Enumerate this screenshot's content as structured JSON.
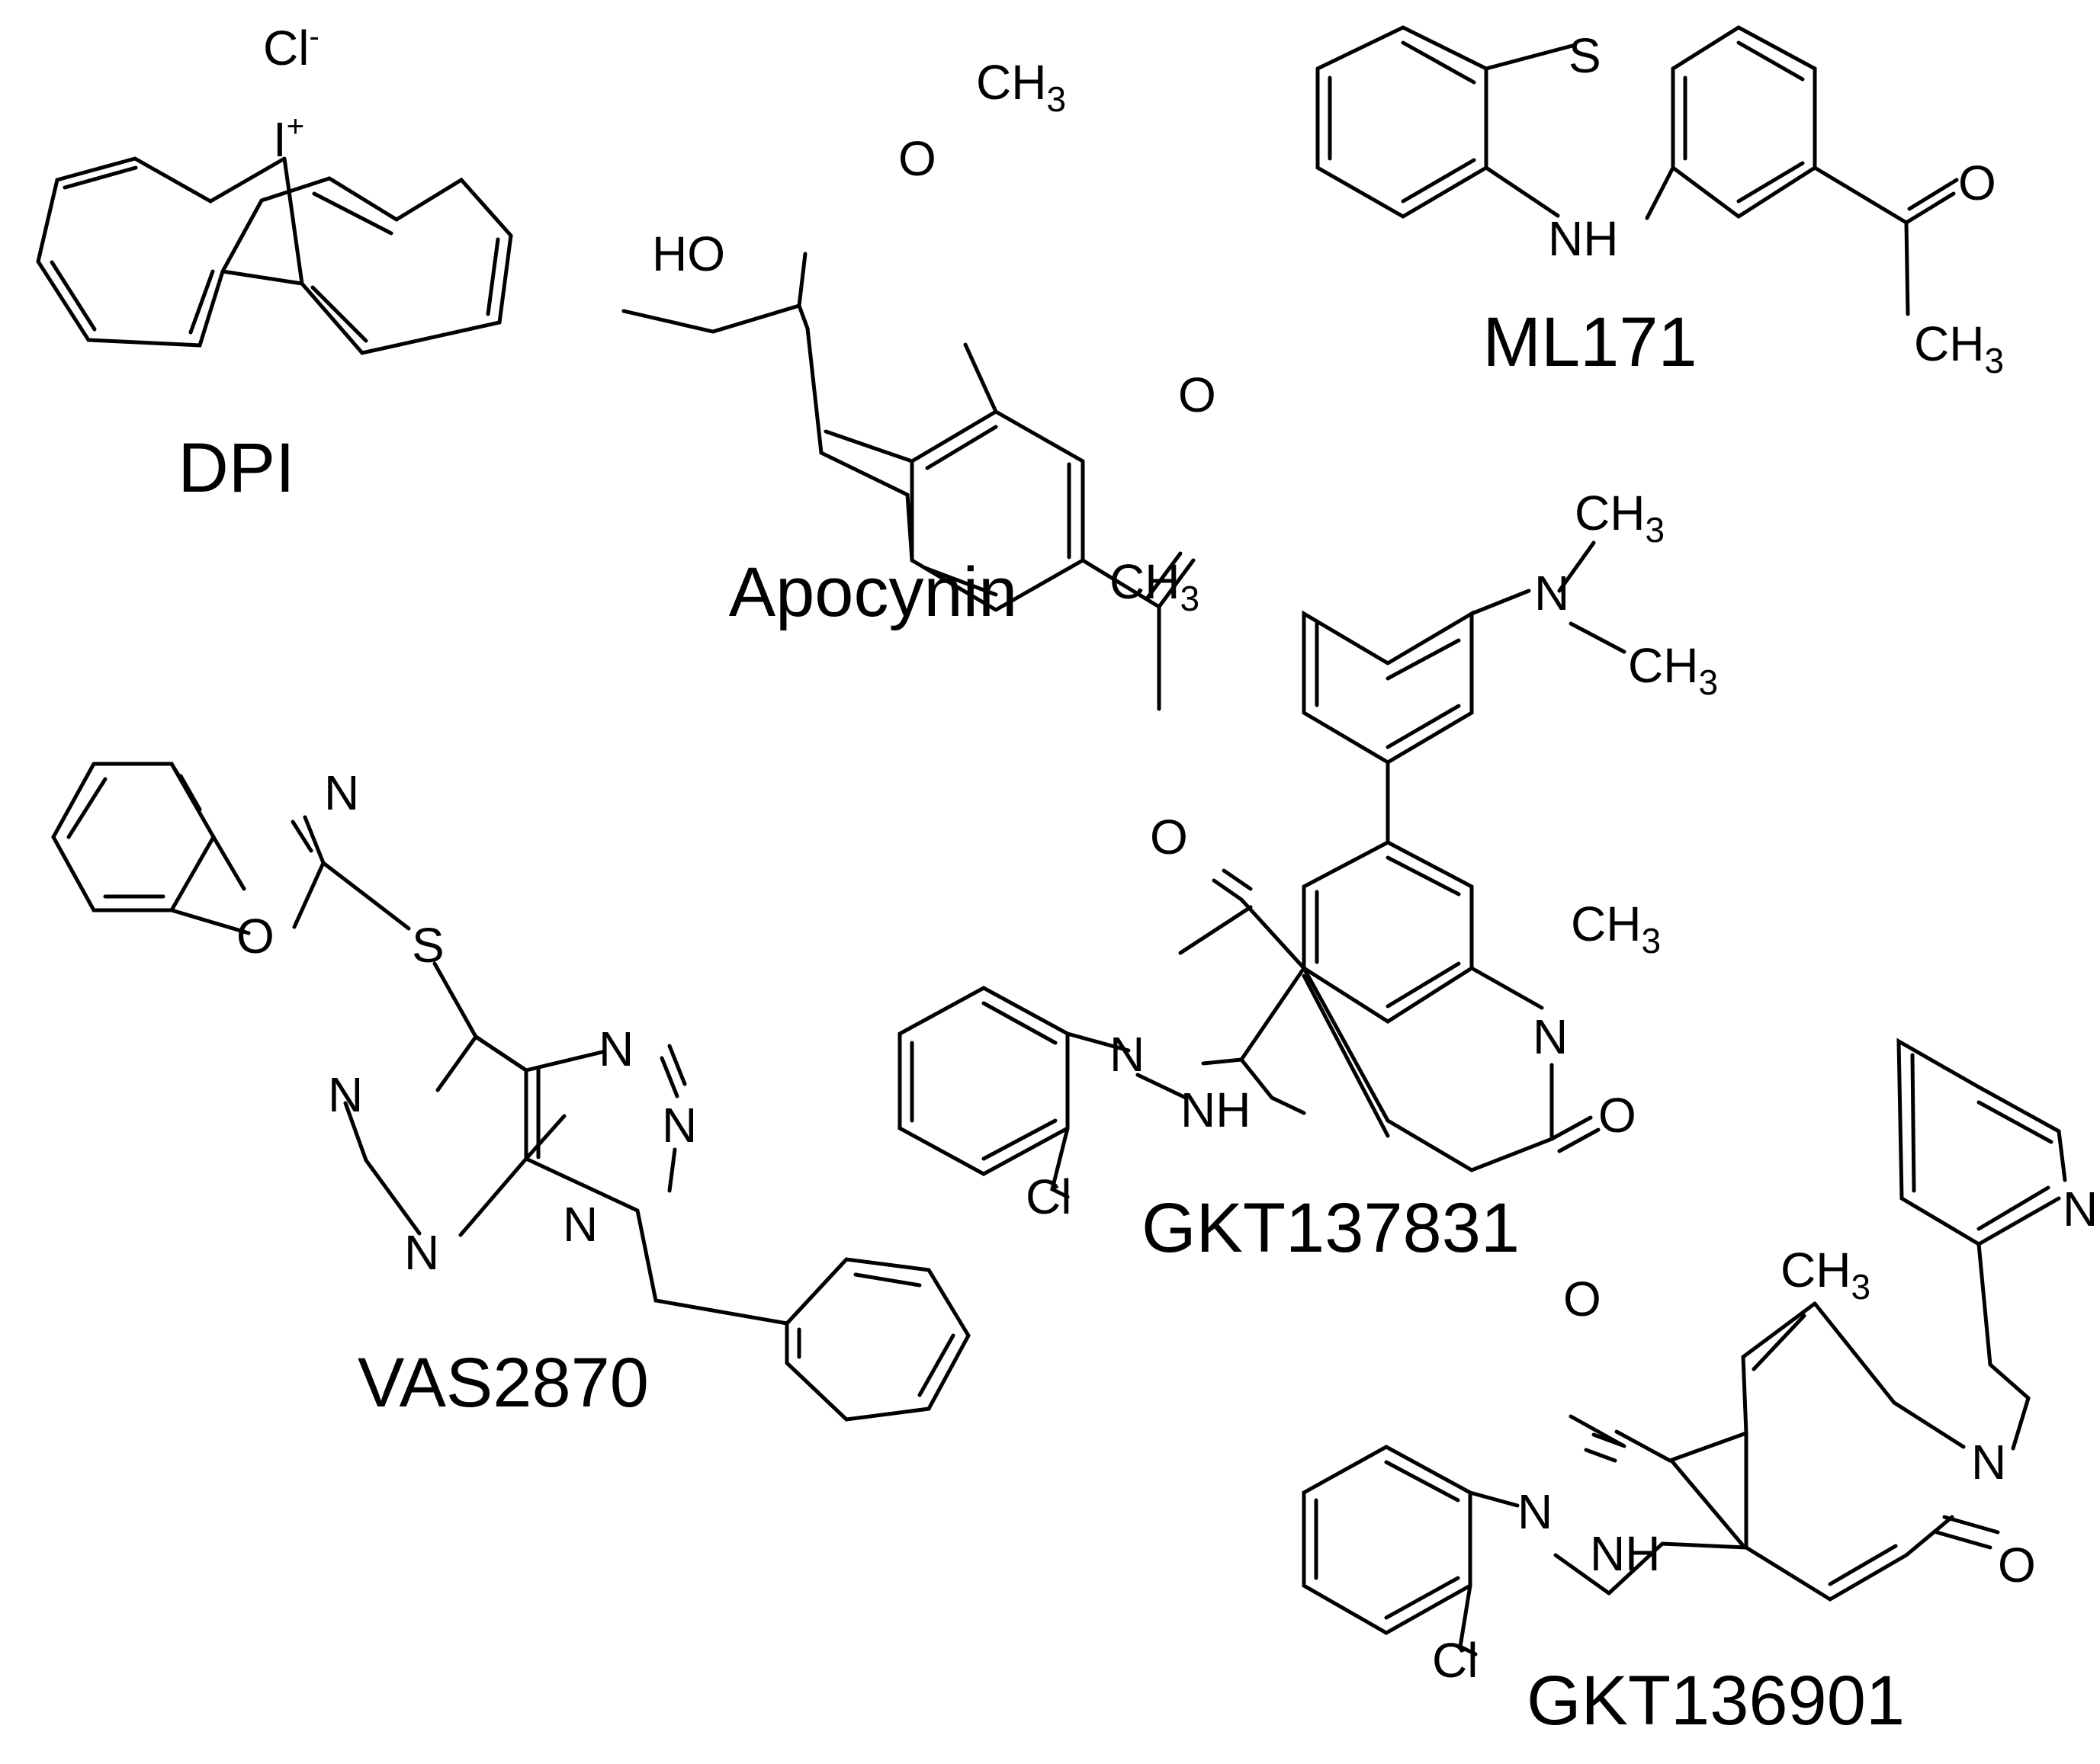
{
  "compounds": {
    "dpi": {
      "name": "DPI",
      "atoms": {
        "chloride": "Cl",
        "chloride_charge": "-",
        "iodine": "I",
        "iodine_charge": "+"
      }
    },
    "apocynin": {
      "name": "Apocynin",
      "atoms": {
        "methoxy_o": "O",
        "methyl_top": "CH",
        "methyl_top_sub": "3",
        "hydroxy": "HO",
        "carbonyl_o": "O",
        "methyl_bottom": "CH",
        "methyl_bottom_sub": "3"
      }
    },
    "ml171": {
      "name": "ML171",
      "atoms": {
        "sulfur": "S",
        "amine": "NH",
        "carbonyl_o": "O",
        "methyl": "CH",
        "methyl_sub": "3"
      }
    },
    "vas2870": {
      "name": "VAS2870",
      "atoms": {
        "benzoxazole_n": "N",
        "benzoxazole_o": "O",
        "thioether_s": "S",
        "pyrimidine_n1": "N",
        "pyrimidine_n2": "N",
        "triazole_n1": "N",
        "triazole_n2": "N",
        "triazole_n3": "N"
      }
    },
    "gkt137831": {
      "name": "GKT137831",
      "atoms": {
        "n_methyl_1": "CH",
        "n_methyl_1_sub": "3",
        "dimethylamine_n": "N",
        "n_methyl_2": "CH",
        "n_methyl_2_sub": "3",
        "ketone_o": "O",
        "pyrazole_n": "N",
        "pyrazole_nh": "NH",
        "pyridone_n": "N",
        "ring_methyl": "CH",
        "ring_methyl_sub": "3",
        "lactam_o": "O",
        "chlorine": "Cl"
      }
    },
    "gkt136901": {
      "name": "GKT136901",
      "atoms": {
        "pyridine_n": "N",
        "ring_methyl": "CH",
        "ring_methyl_sub": "3",
        "ketone_o": "O",
        "pyrazole_n": "N",
        "pyrazole_nh": "NH",
        "pyridone_n": "N",
        "lactam_o": "O",
        "chlorine": "Cl"
      }
    }
  }
}
